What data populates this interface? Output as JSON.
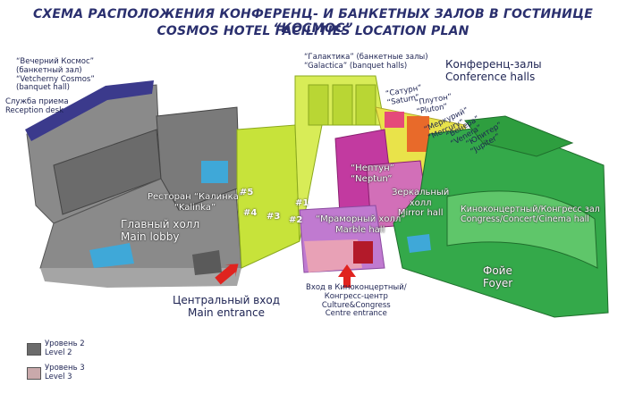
{
  "title": {
    "ru": "СХЕМА РАСПОЛОЖЕНИЯ КОНФЕРЕНЦ- И БАНКЕТНЫХ ЗАЛОВ В ГОСТИНИЦЕ “КОСМОС”",
    "en": "COSMOS HOTEL FACILITIES LOCATION PLAN"
  },
  "colors": {
    "level2": "#6b6b6b",
    "level3": "#c9a9ab",
    "vecherny": "#3b3a8c",
    "galaktika": "#c7e33a",
    "conference": "#e9e34a",
    "neptun": "#c23aa0",
    "jupiter": "#2e9e3f",
    "foyer": "#34a94a",
    "lobby": "#8a8a8a",
    "marble": "#c07ad0",
    "water": "#3fa8d8",
    "pink": "#e8a1b6",
    "arrow": "#e0231f"
  },
  "labels": {
    "vecherny": [
      "“Вечерний Космос”",
      "(банкетный зал)",
      "“Vetcherny Cosmos”",
      "(banquet hall)"
    ],
    "reception": [
      "Служба приема",
      "Reception desk"
    ],
    "galaktika": [
      "“Галактика” (банкетные залы)",
      "“Galactica” (banquet halls)"
    ],
    "conference": [
      "Конференц-залы",
      "Conference halls"
    ],
    "saturn": [
      "“Сатурн”",
      "“Saturn”"
    ],
    "pluton": [
      "“Плутон”",
      "“Pluton”"
    ],
    "merkury": [
      "“Меркурий”",
      "“Mercury”"
    ],
    "venus": [
      "“Венера”",
      "“Venera”"
    ],
    "jupiter": [
      "“Юпитер”",
      "“Jupiter”"
    ],
    "kalinka": [
      "Ресторан “Калинка”",
      "“Kalinka”"
    ],
    "lobby": [
      "Главный холл",
      "Main lobby"
    ],
    "neptun": [
      "“Нептун”",
      "“Neptun”"
    ],
    "mirror": [
      "Зеркальный",
      "холл",
      "Mirror hall"
    ],
    "marble": [
      "“Мраморный холл”",
      "Marble hall"
    ],
    "congress": [
      "Киноконцертный/Конгресс зал",
      "Congress/Concert/Cinema hall"
    ],
    "foyer": [
      "Фойе",
      "Foyer"
    ],
    "main_entrance": [
      "Центральный вход",
      "Main entrance"
    ],
    "culture_entrance": [
      "Вход в Киноконцертный/",
      "Конгресс-центр",
      "Culture&Congress",
      "Centre entrance"
    ],
    "numbers": [
      "#5",
      "#4",
      "#3",
      "#2",
      "#1"
    ]
  },
  "legend": [
    {
      "ru": "Уровень 2",
      "en": "Level 2",
      "color": "#6b6b6b"
    },
    {
      "ru": "Уровень 3",
      "en": "Level 3",
      "color": "#c9a9ab"
    }
  ]
}
